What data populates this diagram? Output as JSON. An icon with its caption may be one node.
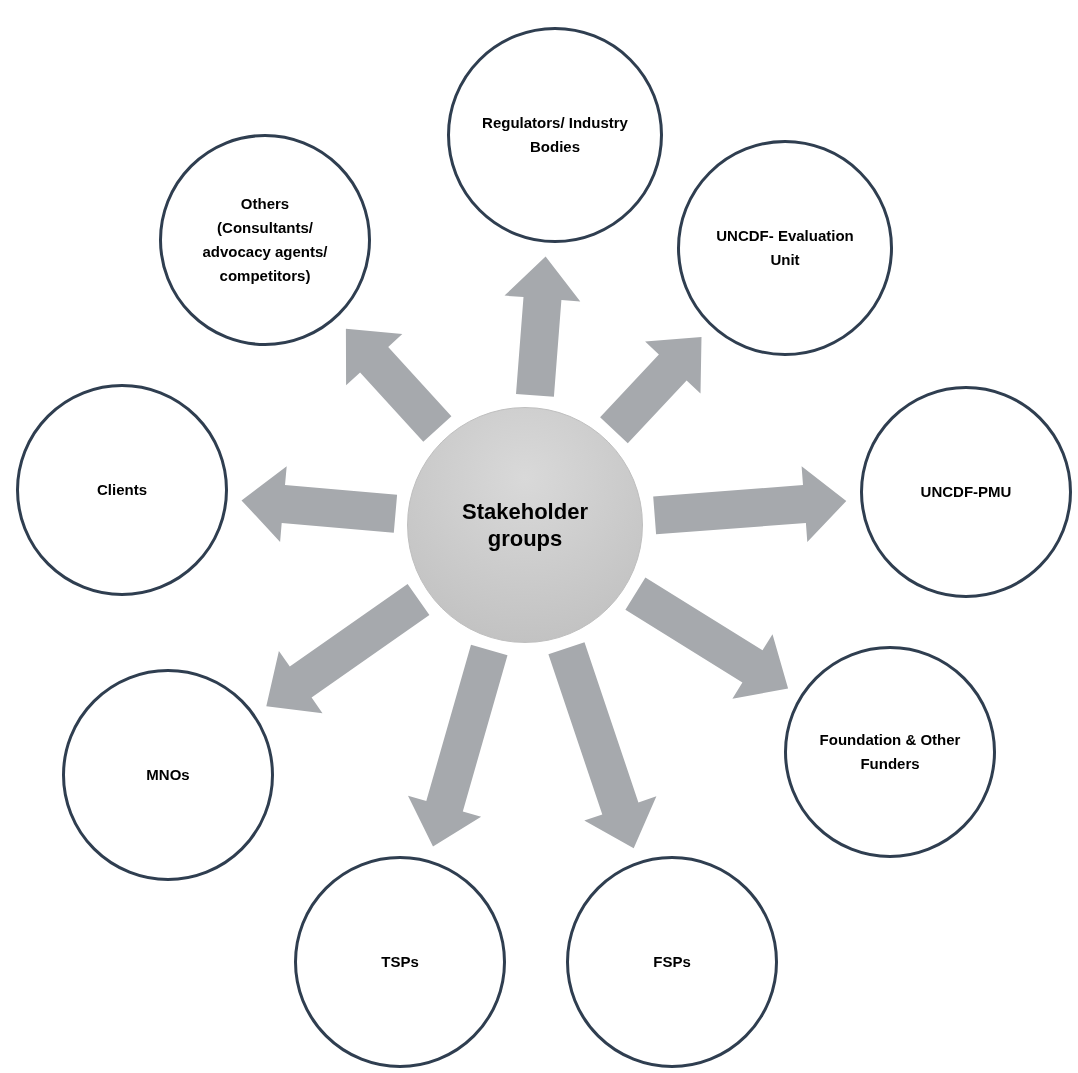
{
  "diagram": {
    "nodes": [
      {
        "text": [
          "Stakeholder groups"
        ]
      },
      {
        "text": [
          "Regulators/ Industry Bodies"
        ]
      },
      {
        "text": [
          "UNCDF- Evaluation Unit"
        ]
      },
      {
        "text": [
          "UNCDF-PMU"
        ]
      },
      {
        "text": [
          "Foundation & Other Funders"
        ]
      },
      {
        "text": [
          "FSPs"
        ]
      },
      {
        "text": [
          "TSPs"
        ]
      },
      {
        "text": [
          "MNOs"
        ]
      },
      {
        "text": [
          "Clients"
        ]
      },
      {
        "text": [
          "Others (Consultants/ advocacy agents/ competitors)"
        ]
      }
    ],
    "edges": [
      {
        "from": 0,
        "to": 1,
        "arrow": "to"
      },
      {
        "from": 0,
        "to": 2,
        "arrow": "to"
      },
      {
        "from": 0,
        "to": 3,
        "arrow": "to"
      },
      {
        "from": 0,
        "to": 4,
        "arrow": "to"
      },
      {
        "from": 0,
        "to": 5,
        "arrow": "to"
      },
      {
        "from": 0,
        "to": 6,
        "arrow": "to"
      },
      {
        "from": 0,
        "to": 7,
        "arrow": "to"
      },
      {
        "from": 0,
        "to": 8,
        "arrow": "to"
      },
      {
        "from": 0,
        "to": 9,
        "arrow": "to"
      }
    ]
  }
}
